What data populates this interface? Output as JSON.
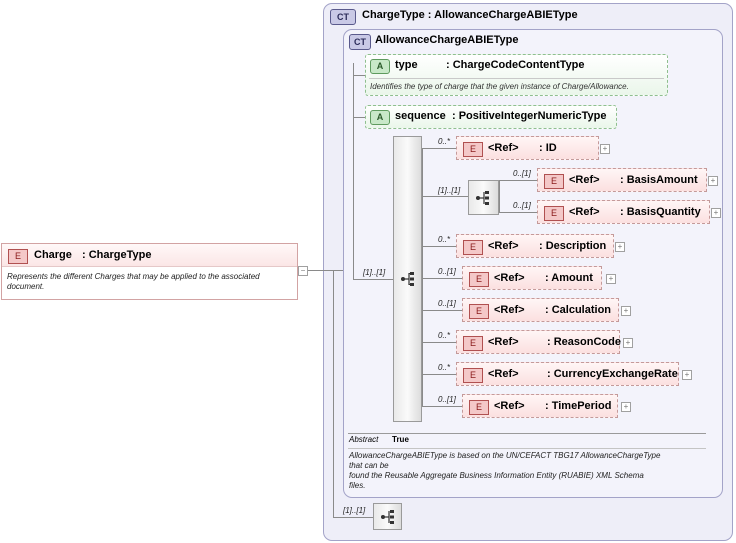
{
  "outer": {
    "badge": "CT",
    "title": "ChargeType : AllowanceChargeABIEType"
  },
  "inner": {
    "badge": "CT",
    "title": "AllowanceChargeABIEType"
  },
  "attributes": [
    {
      "badge": "A",
      "name": "type",
      "type": ": ChargeCodeContentType",
      "doc": "Identifies the type of charge that the given instance of Charge/Allowance."
    },
    {
      "badge": "A",
      "name": "sequence",
      "type": ": PositiveIntegerNumericType"
    }
  ],
  "sequence": {
    "cardinality": "[1]..[1]"
  },
  "choice": {
    "cardinality": "[1]..[1]"
  },
  "elements": [
    {
      "badge": "E",
      "ref": "<Ref>",
      "name": ": ID",
      "cardinality": "0..*"
    },
    {
      "badge": "E",
      "ref": "<Ref>",
      "name": ": BasisAmount",
      "cardinality": "0..[1]"
    },
    {
      "badge": "E",
      "ref": "<Ref>",
      "name": ": BasisQuantity",
      "cardinality": "0..[1]"
    },
    {
      "badge": "E",
      "ref": "<Ref>",
      "name": ": Description",
      "cardinality": "0..*"
    },
    {
      "badge": "E",
      "ref": "<Ref>",
      "name": ": Amount",
      "cardinality": "0..[1]"
    },
    {
      "badge": "E",
      "ref": "<Ref>",
      "name": ": Calculation",
      "cardinality": "0..[1]"
    },
    {
      "badge": "E",
      "ref": "<Ref>",
      "name": ": ReasonCode",
      "cardinality": "0..*"
    },
    {
      "badge": "E",
      "ref": "<Ref>",
      "name": ": CurrencyExchangeRate",
      "cardinality": "0..*"
    },
    {
      "badge": "E",
      "ref": "<Ref>",
      "name": ": TimePeriod",
      "cardinality": "0..[1]"
    }
  ],
  "abstract": {
    "label": "Abstract",
    "value": "True",
    "doc": [
      "AllowanceChargeABIEType is based on the UN/CEFACT TBG17 AllowanceChargeType",
      "that can be",
      "found the Reusable Aggregate Business Information Entity (RUABIE) XML Schema",
      "files."
    ]
  },
  "bottom_sequence": {
    "cardinality": "[1]..[1]"
  },
  "charge": {
    "badge": "E",
    "name": "Charge",
    "type": ": ChargeType",
    "doc": [
      "Represents the different Charges that may be applied to the associated",
      "document."
    ]
  },
  "icons": {
    "plus": "+",
    "minus": "−",
    "sequence": "sequence-icon"
  }
}
